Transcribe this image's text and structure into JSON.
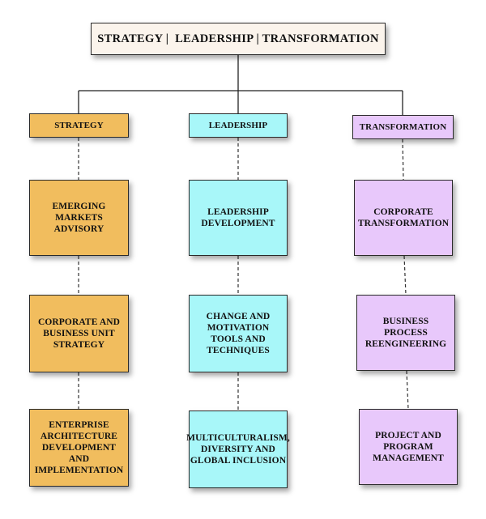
{
  "root": {
    "label": "STRATEGY |  LEADERSHIP | TRANSFORMATION"
  },
  "columns": [
    {
      "header": "STRATEGY",
      "color": "#f1bd5e",
      "items": [
        "EMERGING MARKETS ADVISORY",
        "CORPORATE AND BUSINESS UNIT STRATEGY",
        "ENTERPRISE ARCHITECTURE DEVELOPMENT AND IMPLEMENTATION"
      ]
    },
    {
      "header": "LEADERSHIP",
      "color": "#a8f7f9",
      "items": [
        "LEADERSHIP DEVELOPMENT",
        "CHANGE AND MOTIVATION TOOLS AND TECHNIQUES",
        "MULTICULTURALISM, DIVERSITY AND GLOBAL INCLUSION"
      ]
    },
    {
      "header": "TRANSFORMATION",
      "color": "#e8c8fb",
      "items": [
        "CORPORATE TRANSFORMATION",
        "BUSINESS PROCESS REENGINEERING",
        "PROJECT AND PROGRAM MANAGEMENT"
      ]
    }
  ]
}
